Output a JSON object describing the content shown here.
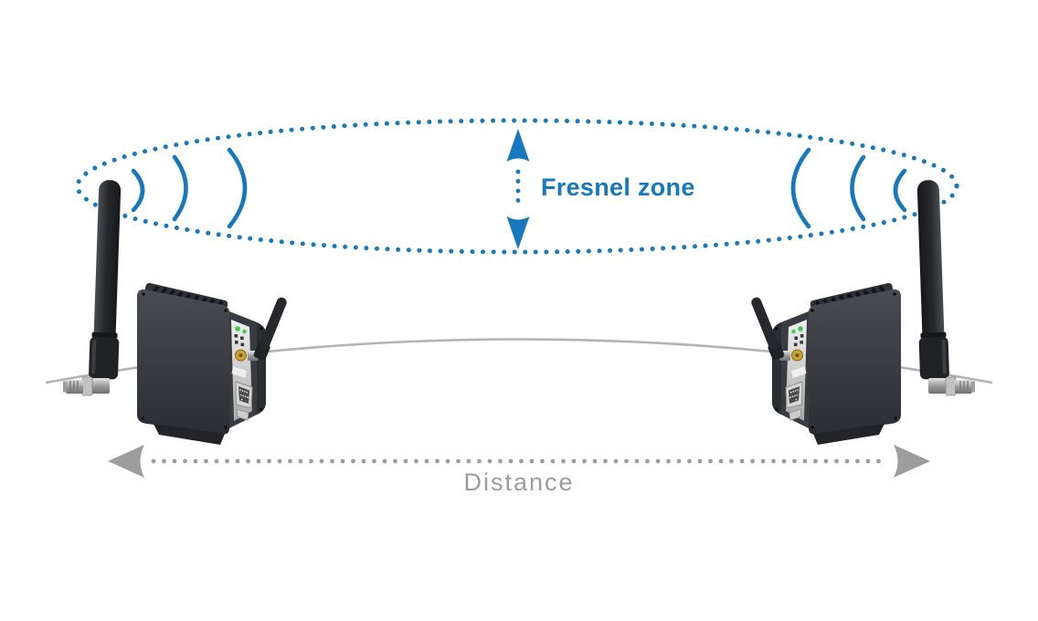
{
  "diagram": {
    "labels": {
      "fresnel_zone": "Fresnel zone",
      "distance": "Distance"
    },
    "colors": {
      "accent_blue": "#1878BE",
      "label_gray": "#9D9D9D",
      "curvature_line_gray": "#B3B3B3",
      "device_body_dark": "#34383E",
      "device_panel_gray": "#D8D8D8",
      "led_green": "#45C74F",
      "sma_gold": "#C9A12F"
    },
    "elements": {
      "fresnel_zone_ellipse": "dotted-ellipse",
      "fresnel_height_arrow": "vertical-double-dotted-arrow",
      "signal_waves_per_station": 3,
      "stations": 2,
      "distance_arrow": "horizontal-double-dotted-arrow",
      "earth_curvature_line": "shallow-arc"
    }
  }
}
